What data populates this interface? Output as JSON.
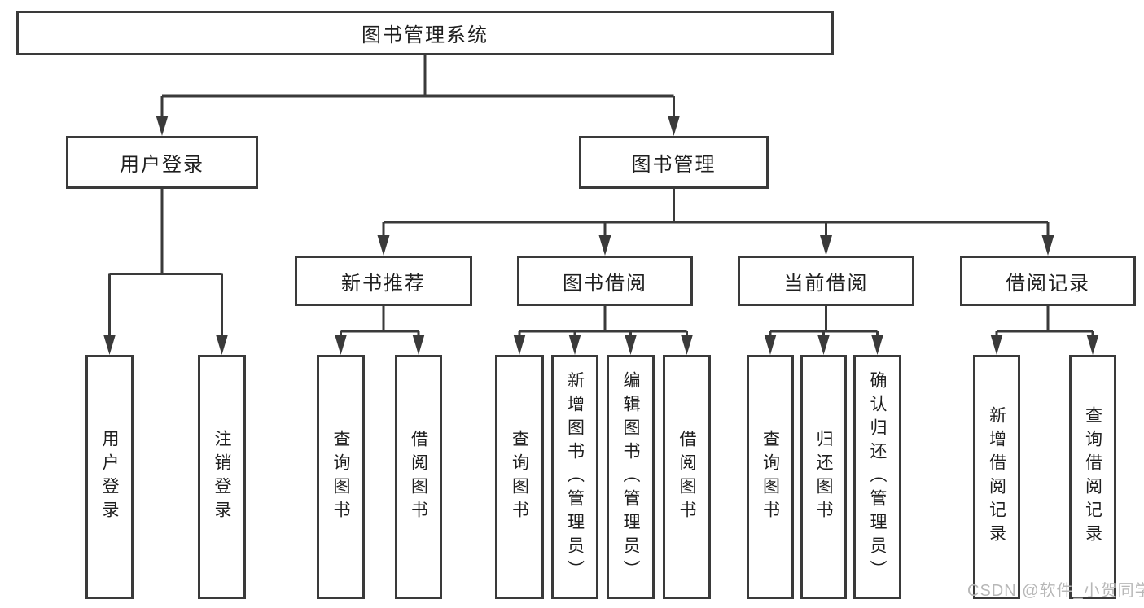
{
  "diagram": {
    "title": "图书管理系统",
    "branches": [
      {
        "label": "用户登录",
        "children": [
          {
            "label": "用户登录"
          },
          {
            "label": "注销登录"
          }
        ]
      },
      {
        "label": "图书管理",
        "children": [
          {
            "label": "新书推荐",
            "children": [
              {
                "label": "查询图书"
              },
              {
                "label": "借阅图书"
              }
            ]
          },
          {
            "label": "图书借阅",
            "children": [
              {
                "label": "查询图书"
              },
              {
                "label": "新增图书（管理员）"
              },
              {
                "label": "编辑图书（管理员）"
              },
              {
                "label": "借阅图书"
              }
            ]
          },
          {
            "label": "当前借阅",
            "children": [
              {
                "label": "查询图书"
              },
              {
                "label": "归还图书"
              },
              {
                "label": "确认归还（管理员）"
              }
            ]
          },
          {
            "label": "借阅记录",
            "children": [
              {
                "label": "新增借阅记录"
              },
              {
                "label": "查询借阅记录"
              }
            ]
          }
        ]
      }
    ]
  },
  "watermark": {
    "text": "CSDN @软件_小贺同学"
  },
  "colors": {
    "line": "#3a3a3a",
    "text": "#1f1f1f",
    "watermark": "#b7b7b7",
    "box_background": "#ffffff",
    "page_background": "#ffffff"
  }
}
